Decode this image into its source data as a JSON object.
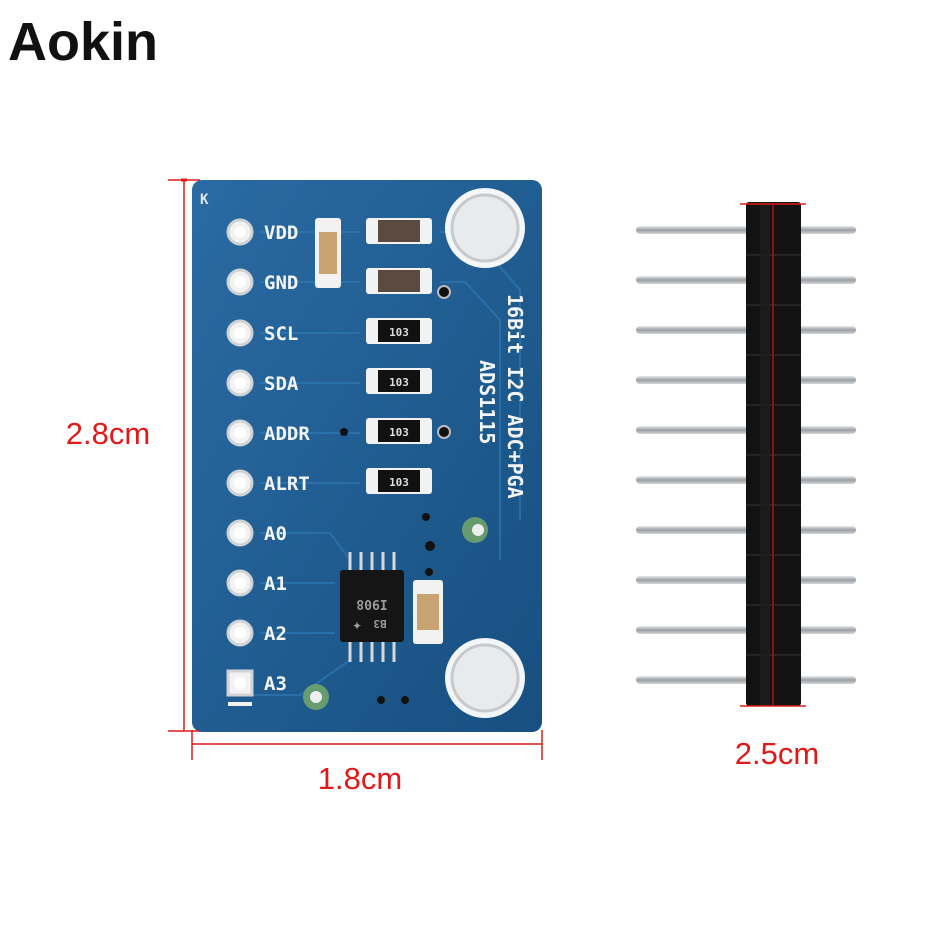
{
  "brand": {
    "logo_text": "Aokin"
  },
  "board": {
    "pins": [
      "VDD",
      "GND",
      "SCL",
      "SDA",
      "ADDR",
      "ALRT",
      "A0",
      "A1",
      "A2",
      "A3"
    ],
    "silkscreen": [
      "16Bit I2C ADC+PGA",
      "ADS1115"
    ],
    "resistor_codes": [
      "103",
      "103",
      "103",
      "103"
    ],
    "chip_marking": [
      "I908",
      "B3"
    ],
    "corner_mark": "K"
  },
  "dimensions": {
    "board_height": "2.8cm",
    "board_width": "1.8cm",
    "header_length": "2.5cm"
  },
  "colors": {
    "pcb": "#1f5f96",
    "dimension_line": "#e01a1a",
    "dimension_text": "#e01a1a",
    "pin_metal": "#b9bcc0",
    "header_plastic": "#111111"
  },
  "header": {
    "pin_count": 10
  }
}
